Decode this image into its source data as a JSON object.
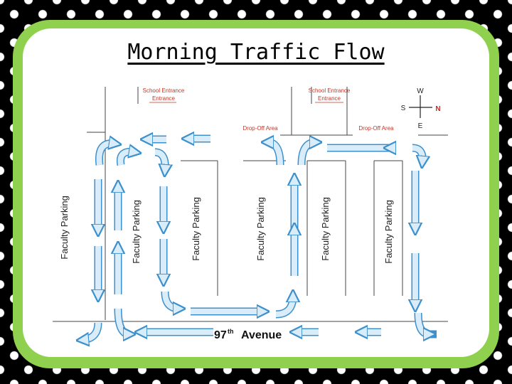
{
  "title": "Morning Traffic Flow",
  "map": {
    "school_entrances": [
      "School Entrance",
      "School Entrance"
    ],
    "dropoff_areas": [
      "Drop-Off Area",
      "Drop-Off Area"
    ],
    "faculty_parking_label": "Faculty Parking",
    "parking_lot_count": 6,
    "street": {
      "name": "97",
      "suffix": "th",
      "type": "Avenue"
    },
    "compass": {
      "top": "W",
      "left": "S",
      "right": "N",
      "bottom": "E"
    }
  },
  "colors": {
    "background": "#000000",
    "dots": "#ffffff",
    "frame": "#8fd14f",
    "arrow_fill": "#d8ecfa",
    "arrow_stroke": "#3c90cc",
    "label_red": "#c0392b",
    "north_label": "#c62828"
  },
  "icons": [
    "flow-arrow-icon",
    "compass-icon"
  ]
}
